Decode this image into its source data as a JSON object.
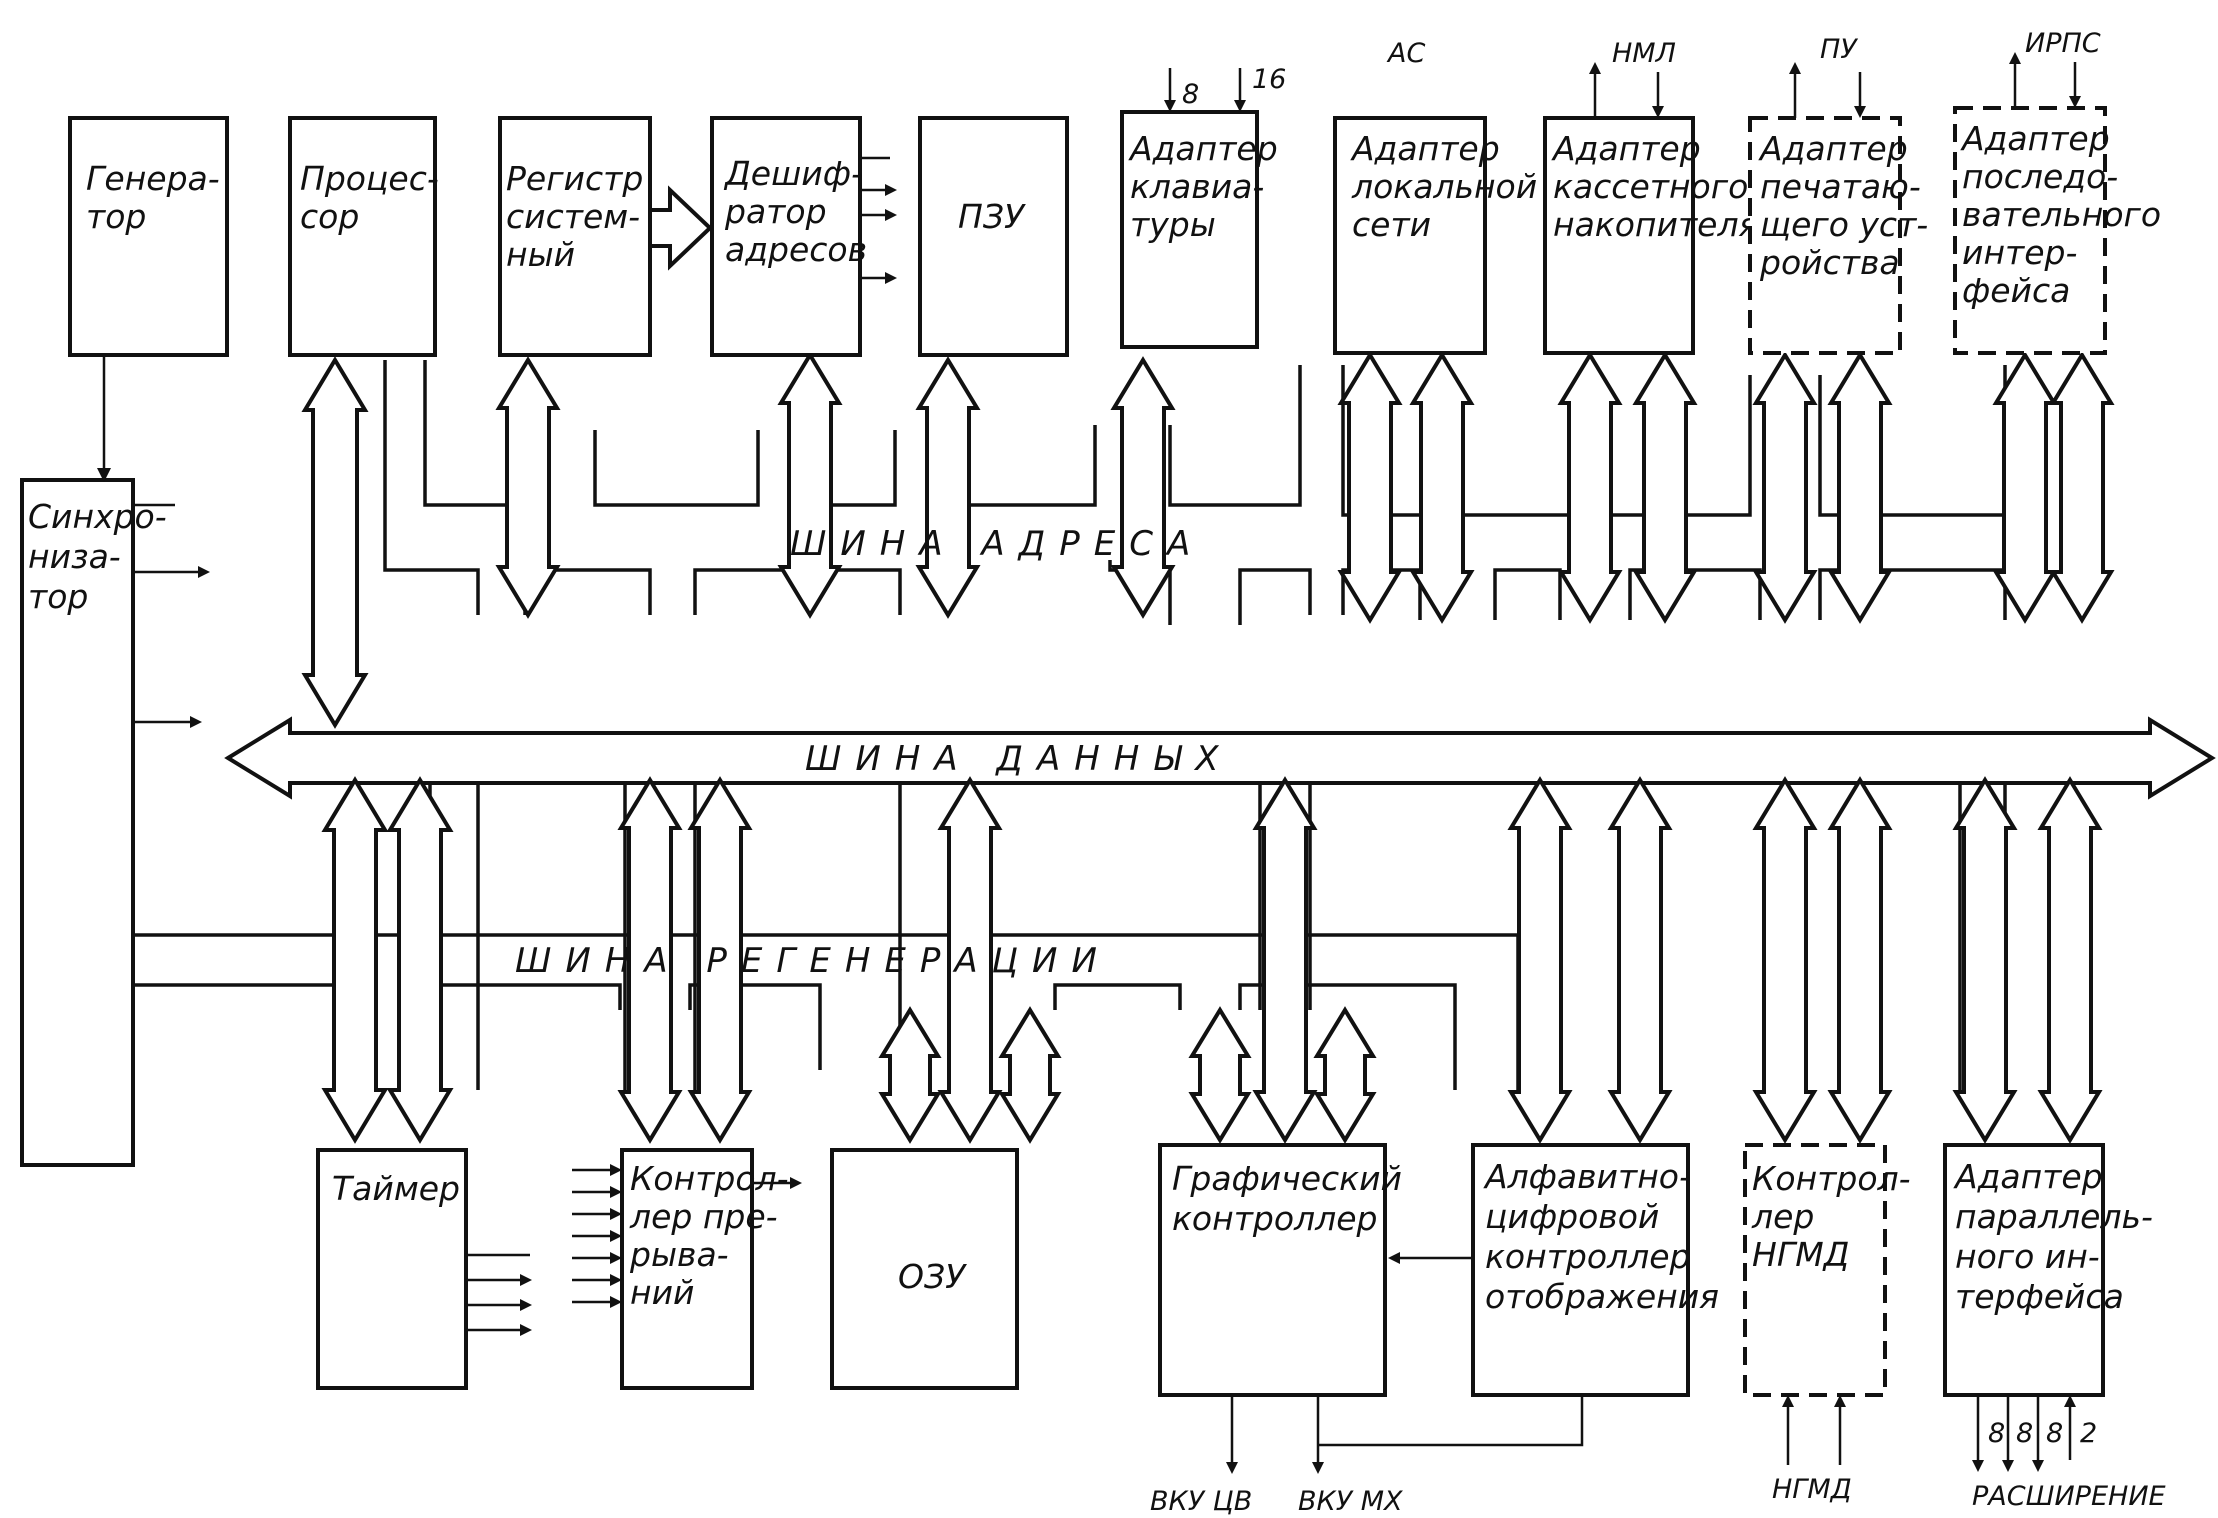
{
  "blocks": {
    "generator": [
      "Генера-",
      "тор"
    ],
    "processor": [
      "Процес-",
      "сор"
    ],
    "sysreg": [
      "Регистр",
      "систем-",
      "ный"
    ],
    "decoder": [
      "Дешиф-",
      "ратор",
      "адресов"
    ],
    "rom": [
      "ПЗУ"
    ],
    "kbd": [
      "Адаптер",
      "клавиа-",
      "туры"
    ],
    "lan": [
      "Адаптер",
      "локальной",
      "сети"
    ],
    "tape": [
      "Адаптер",
      "кассетного",
      "накопителя"
    ],
    "printer": [
      "Адаптер",
      "печатаю-",
      "щего уст-",
      "ройства"
    ],
    "serial": [
      "Адаптер",
      "последо-",
      "вательного",
      "интер-",
      "фейса"
    ],
    "sync": [
      "Синхро-",
      "низа-",
      "тор"
    ],
    "timer": [
      "Таймер"
    ],
    "intc": [
      "Контрол-",
      "лер пре-",
      "рыва-",
      "ний"
    ],
    "ram": [
      "ОЗУ"
    ],
    "gfx": [
      "Графический",
      "контроллер"
    ],
    "alnum": [
      "Алфавитно-",
      "цифровой",
      "контроллер",
      "отображения"
    ],
    "fdc": [
      "Контрол-",
      "лер",
      "НГМД"
    ],
    "parallel": [
      "Адаптер",
      "параллель-",
      "ного ин-",
      "терфейса"
    ]
  },
  "buses": {
    "address": "ШИНА АДРЕСА",
    "data": "ШИНА ДАННЫХ",
    "refresh": "ШИНА РЕГЕНЕРАЦИИ"
  },
  "signals": {
    "kbd_8": "8",
    "kbd_16": "16",
    "ac": "АС",
    "nml": "НМЛ",
    "pu": "ПУ",
    "irps": "ИРПС",
    "vku_cv": "ВКУ ЦВ",
    "vku_mx": "ВКУ МХ",
    "ngmd": "НГМД",
    "exp_8a": "8",
    "exp_8b": "8",
    "exp_8c": "8",
    "exp_2": "2",
    "expansion": "РАСШИРЕНИЕ"
  }
}
